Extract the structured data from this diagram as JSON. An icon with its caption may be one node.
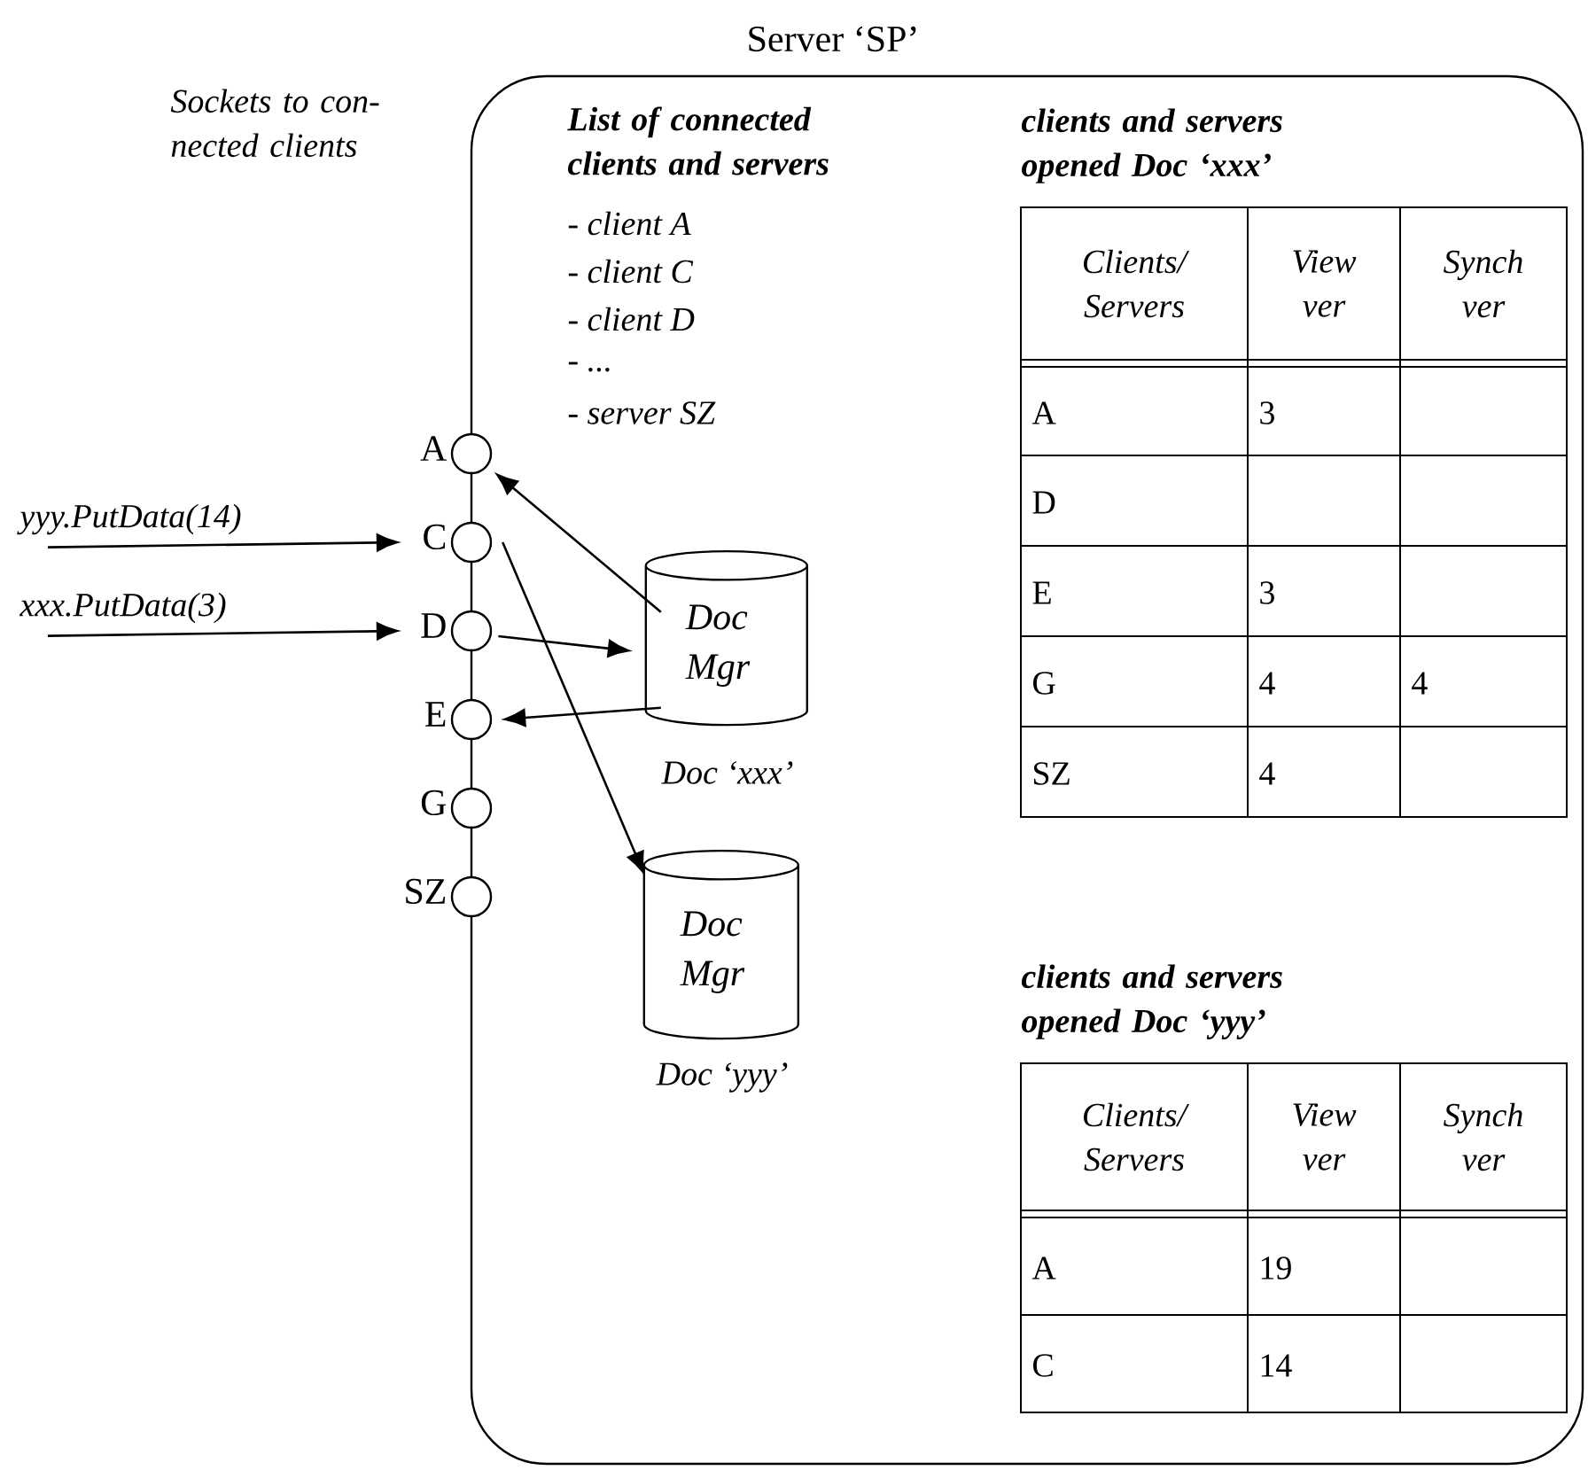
{
  "diagram": {
    "nodes": [
      {
        "text": [
          "Server ‘SP’"
        ]
      },
      {
        "text": [],
        "shape": "circle",
        "beside": [
          "A"
        ]
      },
      {
        "text": [],
        "shape": "circle",
        "beside": [
          "C"
        ]
      },
      {
        "text": [],
        "shape": "circle",
        "beside": [
          "D"
        ]
      },
      {
        "text": [],
        "shape": "circle",
        "beside": [
          "E"
        ]
      },
      {
        "text": [],
        "shape": "circle",
        "beside": [
          "G"
        ]
      },
      {
        "text": [],
        "shape": "circle",
        "beside": [
          "SZ"
        ]
      },
      {
        "text": [
          "Doc Mgr"
        ],
        "beside": [
          "Doc ‘xxx’"
        ],
        "in": 0
      },
      {
        "text": [
          "Doc Mgr"
        ],
        "beside": [
          "Doc ‘yyy’"
        ],
        "in": 0
      },
      {
        "text": [
          "yyy.PutData(14)"
        ]
      },
      {
        "text": [
          "xxx.PutData(3)"
        ]
      }
    ],
    "edges": [
      {
        "from": 9,
        "to": 2,
        "arrow": "to"
      },
      {
        "from": 10,
        "to": 3,
        "arrow": "to"
      },
      {
        "from": 7,
        "to": 1,
        "arrow": "to"
      },
      {
        "from": 3,
        "to": 7,
        "arrow": "to"
      },
      {
        "from": 7,
        "to": 4,
        "arrow": "to"
      },
      {
        "from": 2,
        "to": 8,
        "arrow": "to"
      }
    ],
    "labels": [
      "Sockets to con- nected clients",
      "List of connected clients and servers",
      "- client A",
      "- client C",
      "- client D",
      "- ...",
      "- server SZ",
      "clients and servers opened Doc ‘xxx’",
      "Clients/ Servers",
      "View ver",
      "Synch ver",
      "A",
      "3",
      "D",
      "E",
      "3",
      "G",
      "4",
      "4",
      "SZ",
      "4",
      "clients and servers opened Doc ‘yyy’",
      "Clients/ Servers",
      "View ver",
      "Synch ver",
      "A",
      "19",
      "C",
      "14"
    ]
  }
}
